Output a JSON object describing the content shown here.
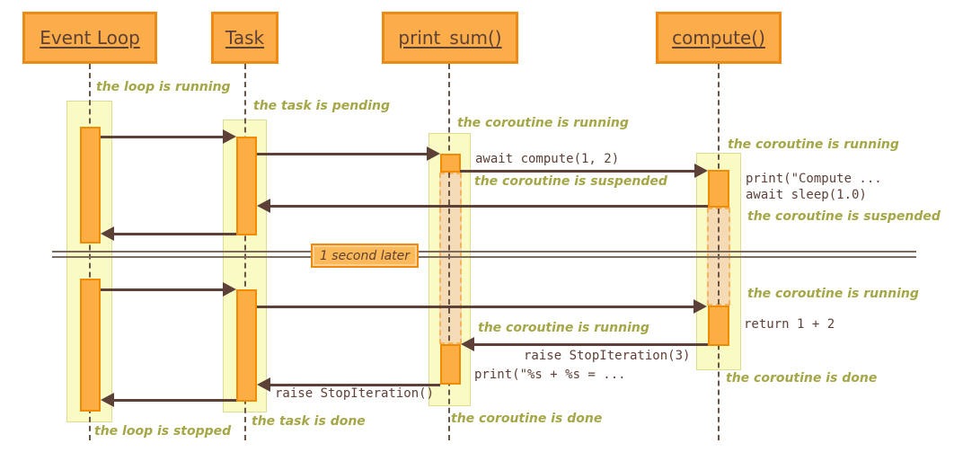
{
  "participants": [
    {
      "label": "Event Loop"
    },
    {
      "label": "Task"
    },
    {
      "label": "print_sum()"
    },
    {
      "label": "compute()"
    }
  ],
  "divider": {
    "label": "1 second later"
  },
  "notes": {
    "loop_running": "the loop is running",
    "task_pending": "the task is pending",
    "ps_running_1": "the coroutine is running",
    "cp_running_1": "the coroutine is running",
    "ps_suspended": "the coroutine is suspended",
    "cp_suspended": "the coroutine is suspended",
    "cp_running_2": "the coroutine is running",
    "ps_running_2": "the coroutine is running",
    "cp_done": "the coroutine is done",
    "ps_done": "the coroutine is done",
    "task_done": "the task is done",
    "loop_stopped": "the loop is stopped"
  },
  "messages": {
    "await_compute": "await compute(1, 2)",
    "print_compute": "print(\"Compute ...",
    "await_sleep": "await sleep(1.0)",
    "return_sum": "return 1 + 2",
    "raise_stop3": "raise StopIteration(3)",
    "print_result": "print(\"%s + %s = ...",
    "raise_stop": "raise StopIteration()"
  },
  "colors": {
    "box_fill": "#FCAD49",
    "box_border": "#EE8A12",
    "band_fill": "#FAFAC5",
    "band_border": "#DCDC96",
    "activation_fill": "#FCAE45",
    "activation_border": "#F08C00",
    "suspended_fill": "#F5DBB5",
    "suspended_border": "#F9B25C",
    "arrow_text_brown": "#5D4037",
    "note_green": "#A5A747"
  }
}
